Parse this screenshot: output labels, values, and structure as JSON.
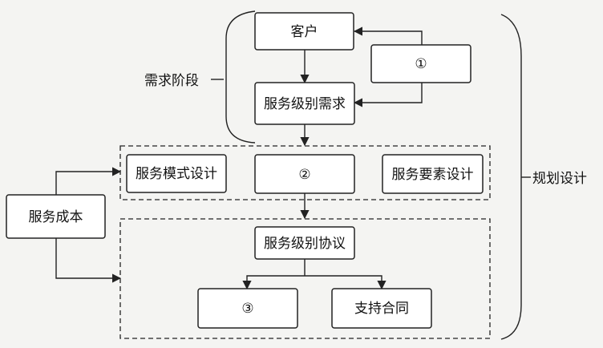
{
  "diagram": {
    "requirements_phase_label": "需求阶段",
    "planning_design_label": "规划设计",
    "service_cost": "服务成本",
    "customer": "客户",
    "circle_one": "①",
    "service_level_requirements": "服务级别需求",
    "service_mode_design": "服务模式设计",
    "circle_two": "②",
    "service_elements_design": "服务要素设计",
    "service_level_agreement": "服务级别协议",
    "circle_three": "③",
    "supporting_contract": "支持合同"
  }
}
